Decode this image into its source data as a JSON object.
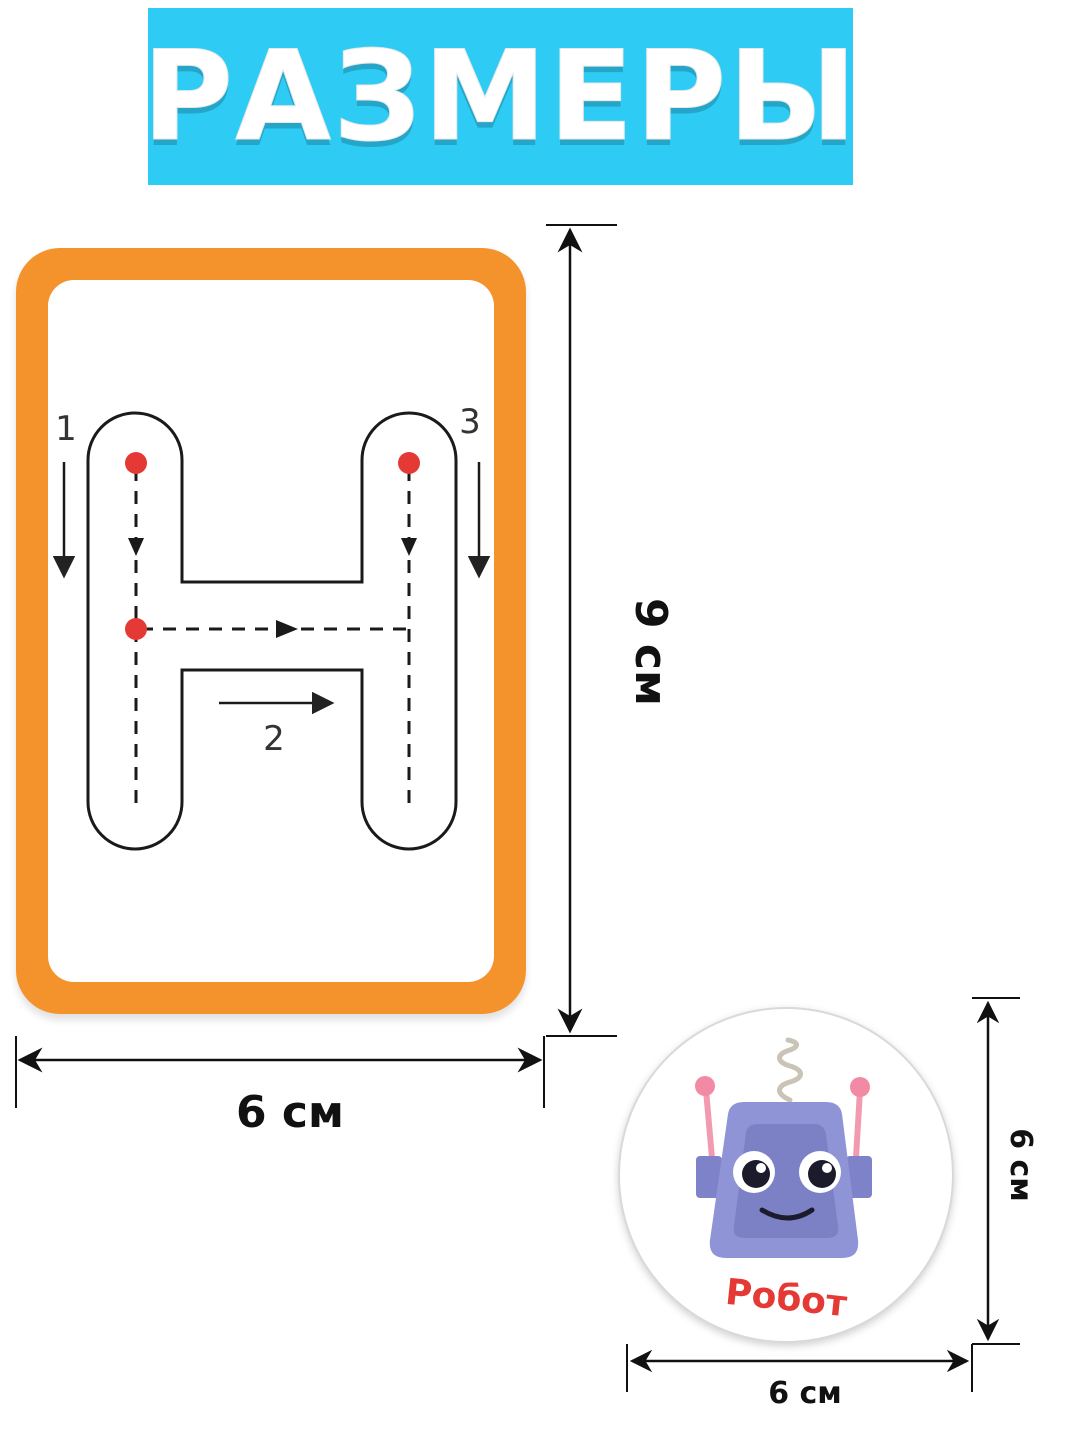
{
  "header": {
    "title": "РАЗМЕРЫ"
  },
  "card": {
    "stroke_numbers": [
      "1",
      "2",
      "3"
    ],
    "width_label": "6 см",
    "height_label": "9 см"
  },
  "token": {
    "name": "Робот",
    "width_label": "6 см",
    "height_label": "6 см"
  },
  "colors": {
    "banner": "#2ecbf5",
    "card_border": "#f4922b",
    "start_dot": "#e53935",
    "token_label": "#e53935",
    "robot_body": "#8f94d6"
  }
}
